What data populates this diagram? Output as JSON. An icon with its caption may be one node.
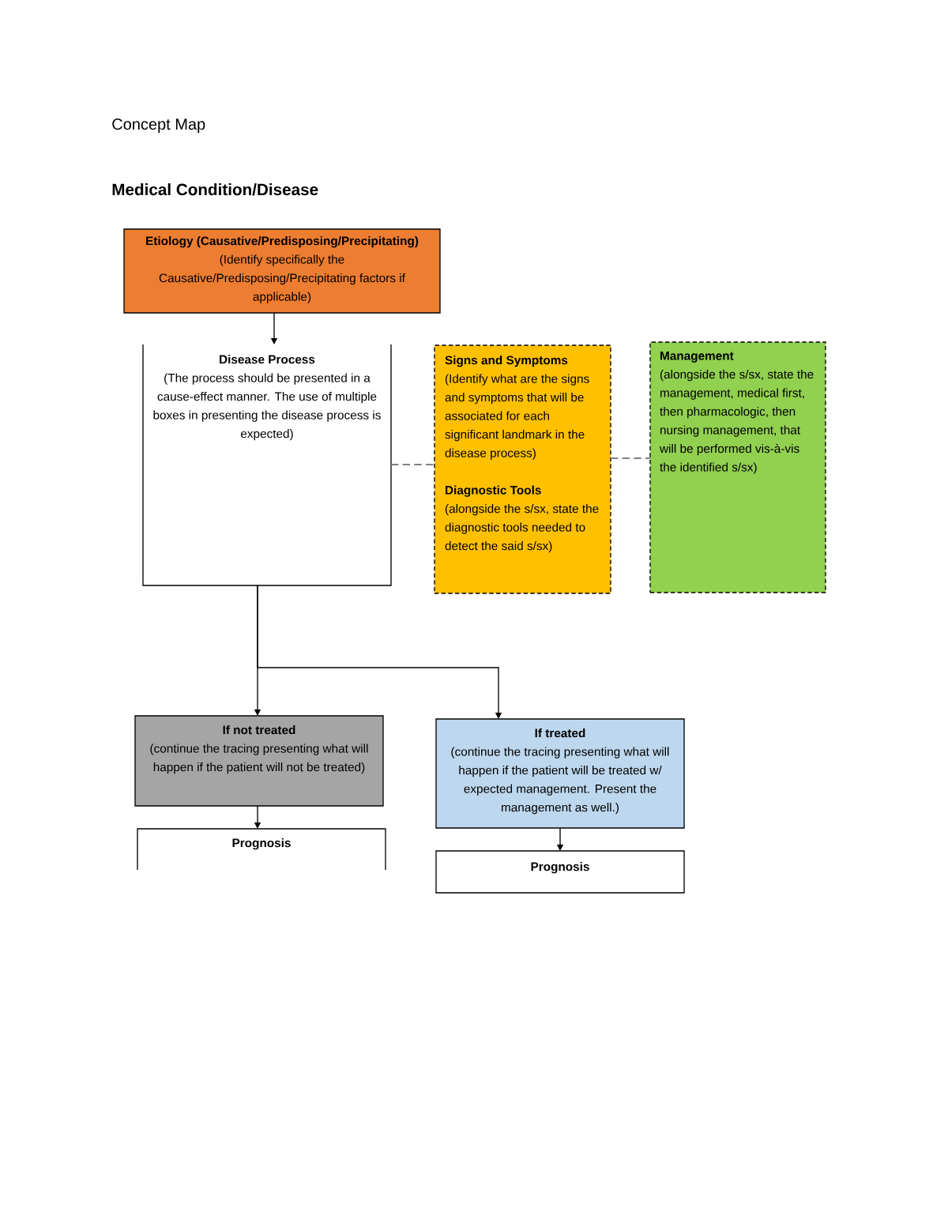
{
  "diagram": {
    "title": "Concept Map",
    "nodes": [
      {
        "text": [
          "Etiology (Causative/Predisposing/Precipitating)",
          "(Identify specifically the Causative/Predisposing/Precipitating factors if applicable)"
        ]
      },
      {
        "text": [
          "Disease Process",
          "(The process should be presented in a cause-effect manner. The use of multiple boxes in presenting the disease process is expected)"
        ]
      },
      {
        "text": [
          "Signs and Symptoms",
          "(Identify what are the signs and symptoms that will be associated for each significant landmark in the disease process)",
          "Diagnostic Tools",
          "(alongside the s/sx, state the diagnostic tools needed to detect the said s/sx)"
        ]
      },
      {
        "text": [
          "Management",
          "(alongside the s/sx, state the management, medical first, then pharmacologic, then nursing management, that will be performed vis-à-vis the identified s/sx)"
        ]
      },
      {
        "text": [
          "If not treated",
          "(continue the tracing presenting what will happen if the patient will not be treated)"
        ]
      },
      {
        "text": [
          "Prognosis"
        ]
      },
      {
        "text": [
          "If treated",
          "(continue the tracing presenting what will happen if the patient will be treated w/ expected management. Present the management as well.)"
        ]
      },
      {
        "text": [
          "Prognosis"
        ]
      }
    ],
    "edges": [
      {
        "from": 0,
        "to": 1,
        "arrow": "to"
      },
      {
        "from": 1,
        "to": 2,
        "arrow": "none",
        "style": "dashed",
        "color": "#808080"
      },
      {
        "from": 2,
        "to": 3,
        "arrow": "none",
        "style": "dashed",
        "color": "#808080"
      },
      {
        "from": 1,
        "to": 4,
        "arrow": "to"
      },
      {
        "from": 1,
        "to": 6,
        "arrow": "to"
      },
      {
        "from": 4,
        "to": 5,
        "arrow": "to"
      },
      {
        "from": 6,
        "to": 7,
        "arrow": "to"
      }
    ],
    "labels": [
      "Medical Condition/Disease"
    ]
  }
}
